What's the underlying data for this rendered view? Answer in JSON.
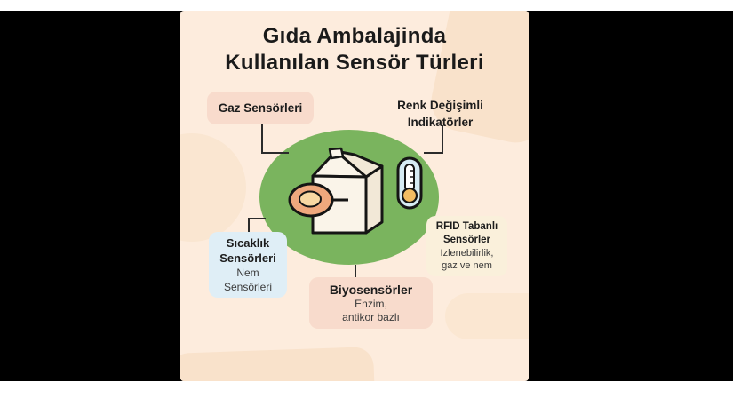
{
  "title": {
    "line1": "Gıda Ambalajinda",
    "line2": "Kullanılan Sensör Türleri"
  },
  "nodes": {
    "gaz": {
      "label": "Gaz Sensörleri"
    },
    "renk": {
      "line1": "Renk Değişimli",
      "line2": "Indikatörler"
    },
    "sicaklik": {
      "bold1": "Sıcaklık",
      "bold2": "Sensörleri",
      "sub1": "Nem",
      "sub2": "Sensörleri"
    },
    "rfid": {
      "bold1": "RFID Tabanlı",
      "bold2": "Sensörler",
      "sub1": "Izlenebilirlik,",
      "sub2": "gaz ve nem"
    },
    "biyo": {
      "bold1": "Biyosensörler",
      "sub1": "Enzim,",
      "sub2": "antikor bazlı"
    }
  },
  "icons": {
    "center_illustration": [
      "milk-carton-icon",
      "sensor-disc-icon",
      "thermometer-icon"
    ]
  },
  "colors": {
    "page_bg": "#000000",
    "edge_band": "#ffffff",
    "card_bg": "#fdecdd",
    "blob": "#f9e2cb",
    "circle_green": "#7ab45e",
    "box_pink": "#f8dbcc",
    "box_blue": "#dfeef6",
    "box_cream": "#faf0db",
    "text_dark": "#1c1c1c",
    "text_sub": "#3a3a3a",
    "connector_line": "#2b2b2b",
    "disc_outer": "#efa87d",
    "disc_inner": "#f8d8a3",
    "thermometer_body": "#d6ecf4",
    "thermometer_bulb": "#f3bd62",
    "carton_face": "#faf4e9"
  }
}
